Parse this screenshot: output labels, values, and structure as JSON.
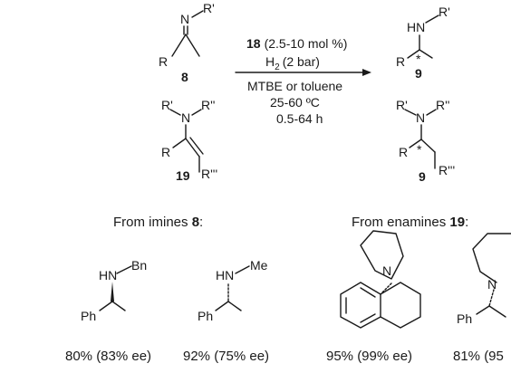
{
  "reaction": {
    "catalyst_number": "18",
    "catalyst_loading": "(2.5-10 mol %)",
    "h2_symbol": "H",
    "h2_subscript": "2",
    "h2_pressure": "(2 bar)",
    "solvent": "MTBE or toluene",
    "temperature": "25-60 ºC",
    "time": "0.5-64 h"
  },
  "substrates": {
    "imine": {
      "number": "8",
      "atom_N": "N",
      "sub_R_prime": "R'",
      "sub_R": "R"
    },
    "enamine": {
      "number": "19",
      "atom_N": "N",
      "sub_R_prime": "R'",
      "sub_R_double": "R''",
      "sub_R": "R",
      "sub_R_triple": "R'''"
    }
  },
  "products": {
    "amine": {
      "number": "9",
      "atom_HN": "HN",
      "sub_R_prime": "R'",
      "sub_R": "R",
      "stereo": "*"
    },
    "tertiary_amine": {
      "number": "9",
      "atom_N": "N",
      "sub_R_prime": "R'",
      "sub_R_double": "R''",
      "sub_R": "R",
      "sub_R_triple": "R'''",
      "stereo": "*"
    }
  },
  "sections": {
    "imines": {
      "prefix": "From imines ",
      "number": "8",
      "suffix": ":"
    },
    "enamines": {
      "prefix": "From enamines ",
      "number": "19",
      "suffix": ":"
    }
  },
  "examples": [
    {
      "amine_label": "HN",
      "substituent": "Bn",
      "aryl": "Ph",
      "yield": "80% (83% ee)"
    },
    {
      "amine_label": "HN",
      "substituent": "Me",
      "aryl": "Ph",
      "yield": "92% (75% ee)"
    },
    {
      "amine_label": "N",
      "yield": "95% (99% ee)"
    },
    {
      "amine_label": "N",
      "aryl": "Ph",
      "yield": "81% (95"
    }
  ]
}
